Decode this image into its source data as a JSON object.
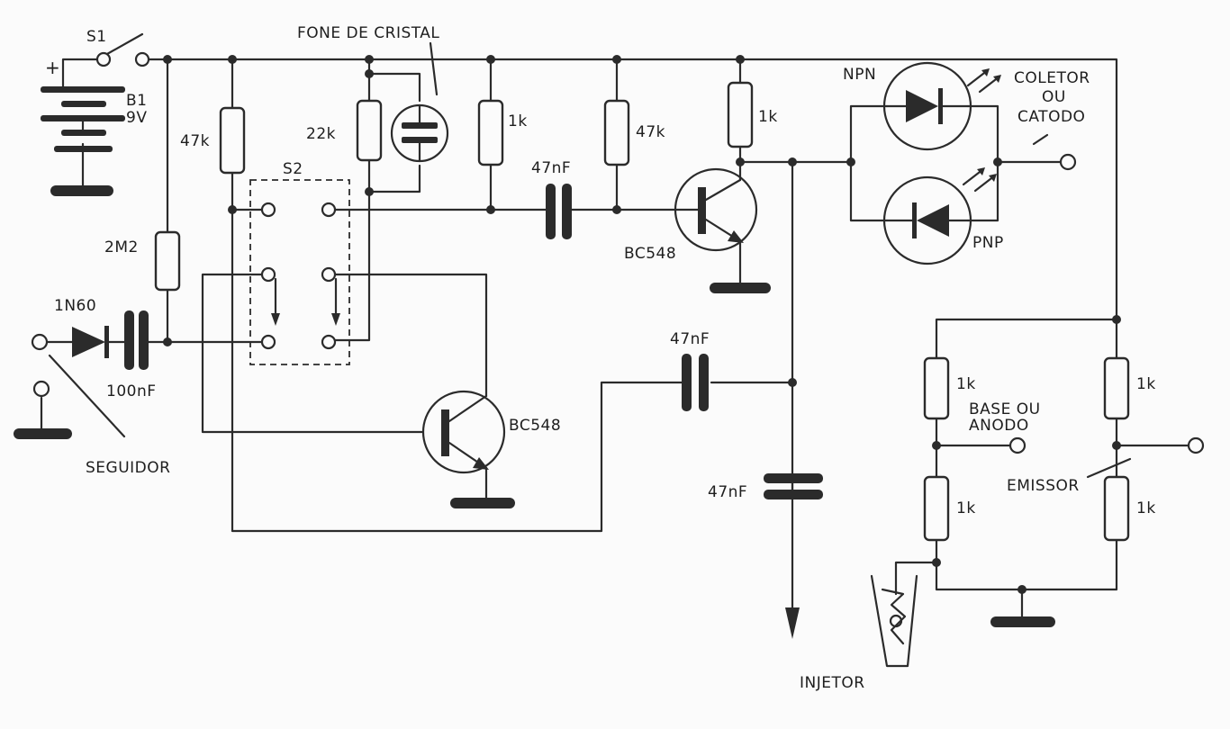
{
  "labels": {
    "s1": "S1",
    "plus": "+",
    "b1": "B1",
    "b1_voltage": "9V",
    "fone": "FONE DE CRISTAL",
    "r_47k_a": "47k",
    "r_22k": "22k",
    "r_1k_a": "1k",
    "r_47k_b": "47k",
    "r_1k_b": "1k",
    "c_47nf_a": "47nF",
    "s2": "S2",
    "r_2m2": "2M2",
    "d_1n60": "1N60",
    "c_100nf": "100nF",
    "seguidor": "SEGUIDOR",
    "q1": "BC548",
    "q2": "BC548",
    "c_47nf_b": "47nF",
    "c_47nf_c": "47nF",
    "injetor": "INJETOR",
    "npn": "NPN",
    "pnp": "PNP",
    "coletor": "COLETOR",
    "ou": "OU",
    "catodo": "CATODO",
    "r_1k_c": "1k",
    "r_1k_d": "1k",
    "r_1k_e": "1k",
    "r_1k_f": "1k",
    "base_ou": "BASE OU",
    "anodo": "ANODO",
    "emissor": "EMISSOR"
  }
}
